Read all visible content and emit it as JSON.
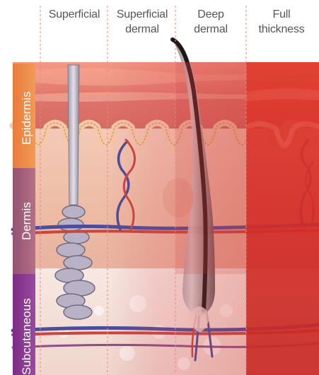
{
  "columns": [
    {
      "lines": [
        "Superficial"
      ]
    },
    {
      "lines": [
        "Superficial",
        "dermal"
      ]
    },
    {
      "lines": [
        "Deep",
        "dermal"
      ]
    },
    {
      "lines": [
        "Full",
        "thickness"
      ]
    }
  ],
  "layers": [
    "Epidermis",
    "Dermis",
    "Subcutaneous"
  ],
  "colors": {
    "header_text": "#555555",
    "divider": "#e08b84",
    "epidermis_band": "#e98a45",
    "dermis_band": "#a3607a",
    "subcutaneous_band": "#8c3a92",
    "skin_surface": "#e8806a",
    "dermis_tissue": "#efc5b2",
    "fat_tissue": "#f5e2dc",
    "burn_full_thickness": "#d9302a",
    "vessel_blue": "#4a4d9a",
    "vessel_red": "#c8463f",
    "hair": "#2a1f1c"
  }
}
